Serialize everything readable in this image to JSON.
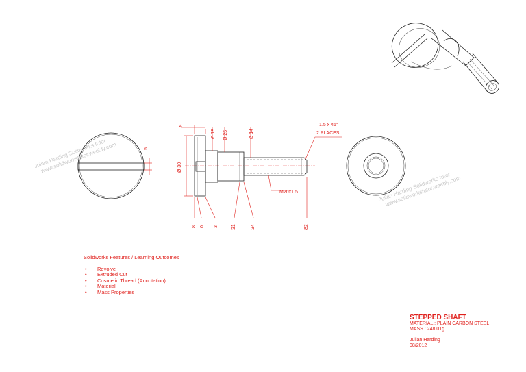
{
  "drawing": {
    "watermark": {
      "line1": "Julian Harding Solidworks tutor",
      "line2": "www.solidworkstutor.weebly.com"
    },
    "dimensions": {
      "d_30": "Ø 30",
      "d_19": "Ø 19",
      "d_25": "Ø 25",
      "d_14": "Ø 14",
      "head_width": "4",
      "slot_depth": "5",
      "thread": "M20x1.5",
      "chamfer_line1": "1.5 x 45°",
      "chamfer_line2": "2 PLACES",
      "ord_8": "8",
      "ord_0": "0",
      "ord_3": "3",
      "ord_31": "31",
      "ord_34": "34",
      "ord_82": "82"
    }
  },
  "features": {
    "heading": "Solidworks Features / Learning Outcomes",
    "items": [
      "Revolve",
      "Extruded Cut",
      "Cosmetic Thread (Annotation)",
      "Material",
      "Mass Properties"
    ]
  },
  "titleblock": {
    "title": "STEPPED SHAFT",
    "material": "MATERIAL : PLAIN CARBON STEEL",
    "mass": "MASS : 248.01g",
    "author": "Julian Harding",
    "date": "08/2012"
  },
  "colors": {
    "annotation": "#e0201c",
    "geometry": "#222222",
    "watermark": "#c9c9c9"
  }
}
